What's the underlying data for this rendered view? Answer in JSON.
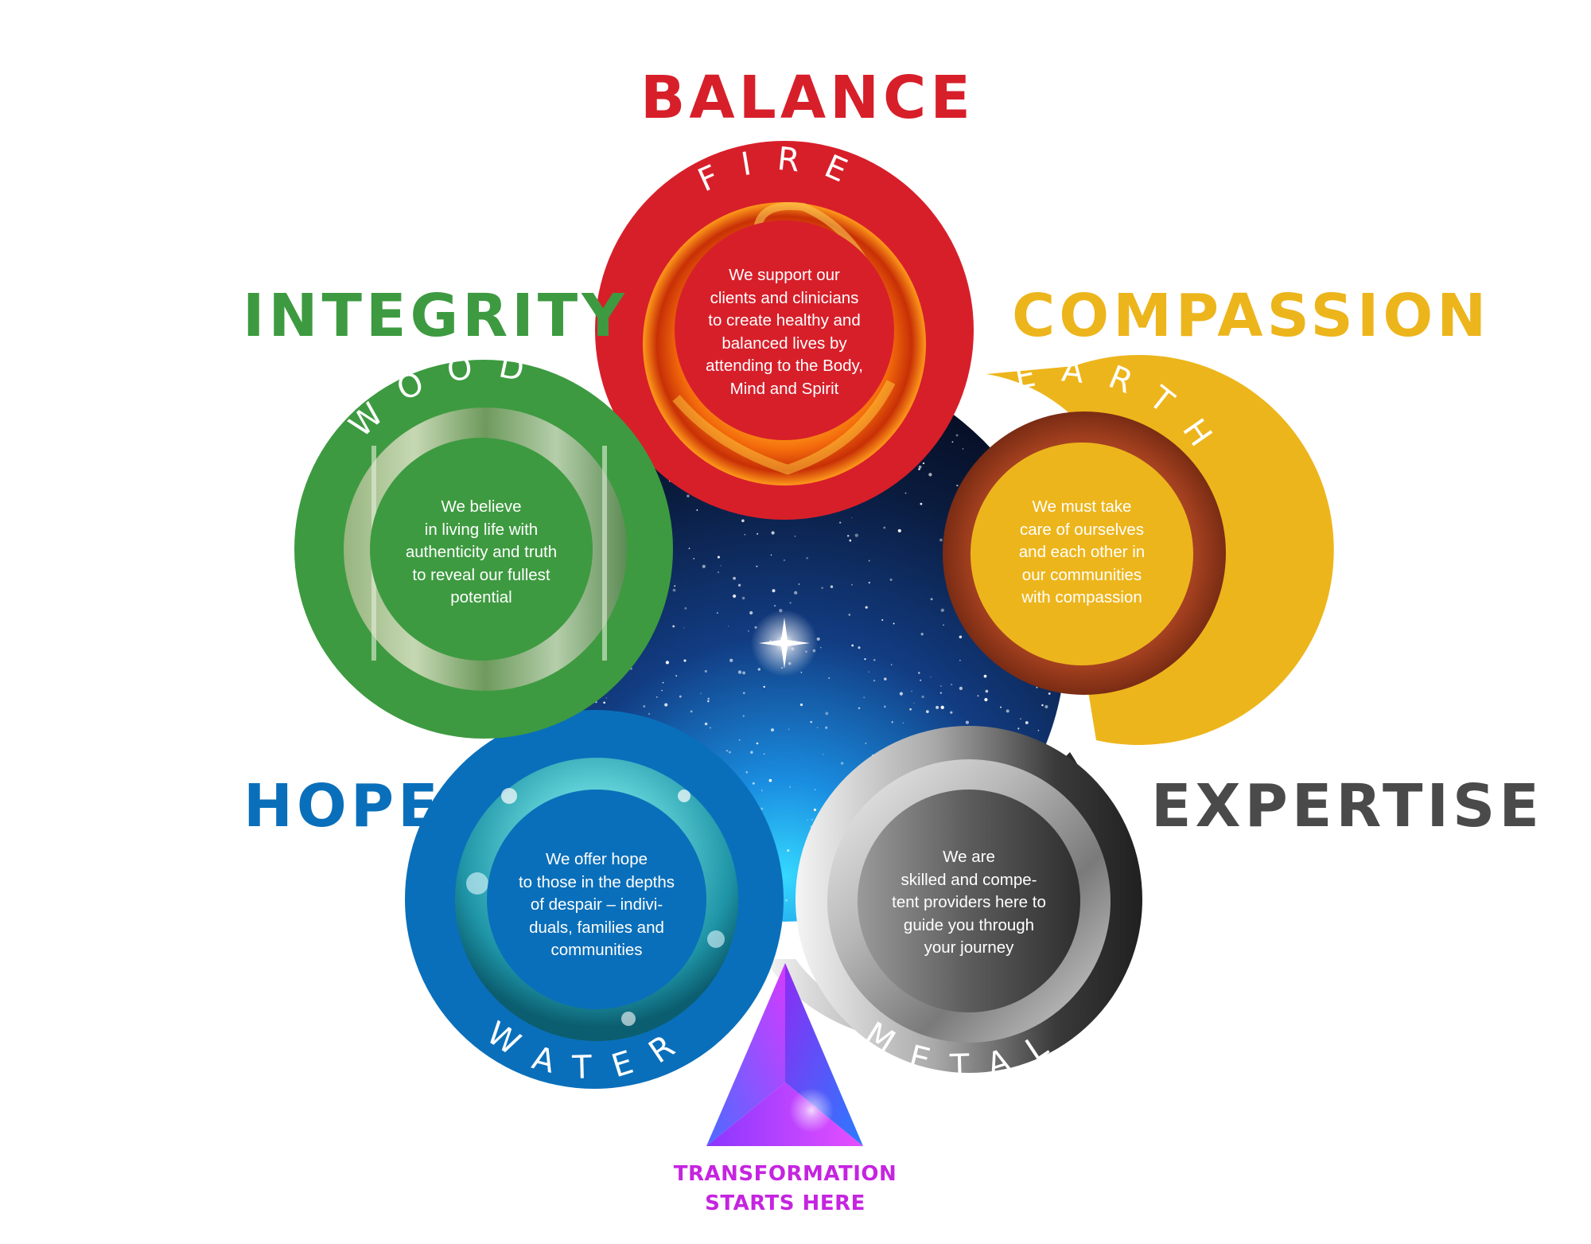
{
  "colors": {
    "fire": "#d71f2a",
    "earth": "#edb51c",
    "metal": "#4a4a4a",
    "water": "#0a6fba",
    "wood": "#3d9a40",
    "transformation": "#c524e0"
  },
  "icons": {
    "center": "starfield-icon",
    "apex": "triangle-prism-icon"
  },
  "segments": {
    "fire": {
      "value": "BALANCE",
      "element": "FIRE",
      "description": [
        "We support our",
        "clients and clinicians",
        "to create healthy and",
        "balanced lives by",
        "attending to the Body,",
        "Mind and Spirit"
      ]
    },
    "earth": {
      "value": "COMPASSION",
      "element": "EARTH",
      "description": [
        "We must take",
        "care of ourselves",
        "and each other in",
        "our communities",
        "with compassion"
      ]
    },
    "metal": {
      "value": "EXPERTISE",
      "element": "METAL",
      "description": [
        "We are",
        "skilled and compe-",
        "tent providers here to",
        "guide you through",
        "your journey"
      ]
    },
    "water": {
      "value": "HOPE",
      "element": "WATER",
      "description": [
        "We offer hope",
        "to those in the depths",
        "of despair – indivi-",
        "duals, families and",
        "communities"
      ]
    },
    "wood": {
      "value": "INTEGRITY",
      "element": "WOOD",
      "description": [
        "We believe",
        "in living life with",
        "authenticity and truth",
        "to reveal our fullest",
        "potential"
      ]
    }
  },
  "transformation": [
    "TRANSFORMATION",
    "STARTS HERE"
  ]
}
